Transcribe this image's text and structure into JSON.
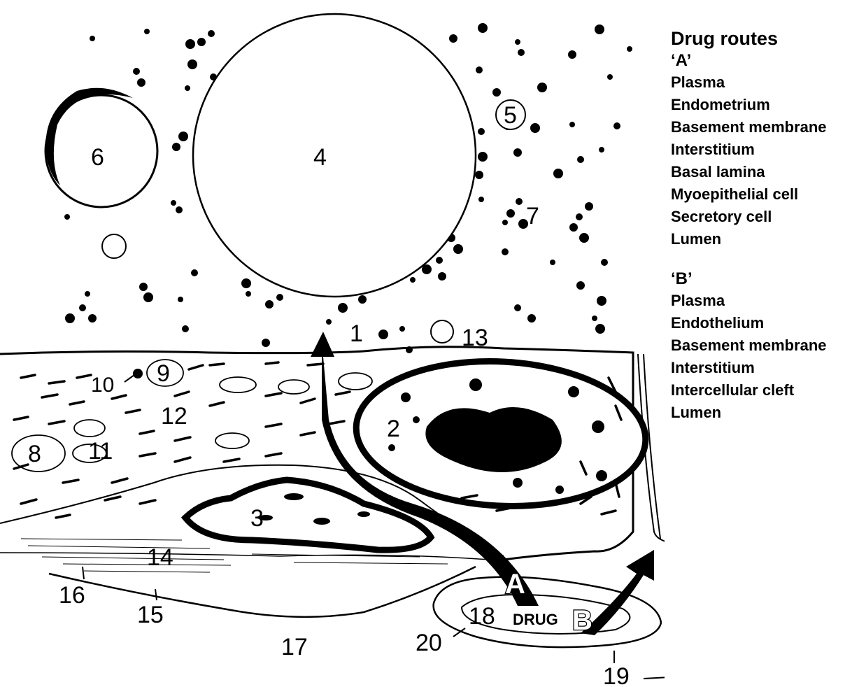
{
  "labels": {
    "l1": "1",
    "l2": "2",
    "l3": "3",
    "l4": "4",
    "l5": "5",
    "l6": "6",
    "l7": "7",
    "l8": "8",
    "l9": "9",
    "l10": "10",
    "l11": "11",
    "l12": "12",
    "l13": "13",
    "l14": "14",
    "l15": "15",
    "l16": "16",
    "l17": "17",
    "l18": "18",
    "l19": "19",
    "l20": "20"
  },
  "arrows": {
    "a": "A",
    "b": "B"
  },
  "drug": "DRUG",
  "legend": {
    "title": "Drug routes",
    "route_a": {
      "heading": "‘A’",
      "items": [
        "Plasma",
        "Endometrium",
        "Basement membrane",
        "Interstitium",
        "Basal lamina",
        "Myoepithelial cell",
        "Secretory cell",
        "Lumen"
      ]
    },
    "route_b": {
      "heading": "‘B’",
      "items": [
        "Plasma",
        "Endothelium",
        "Basement membrane",
        "Interstitium",
        "Intercellular cleft",
        "Lumen"
      ]
    }
  }
}
